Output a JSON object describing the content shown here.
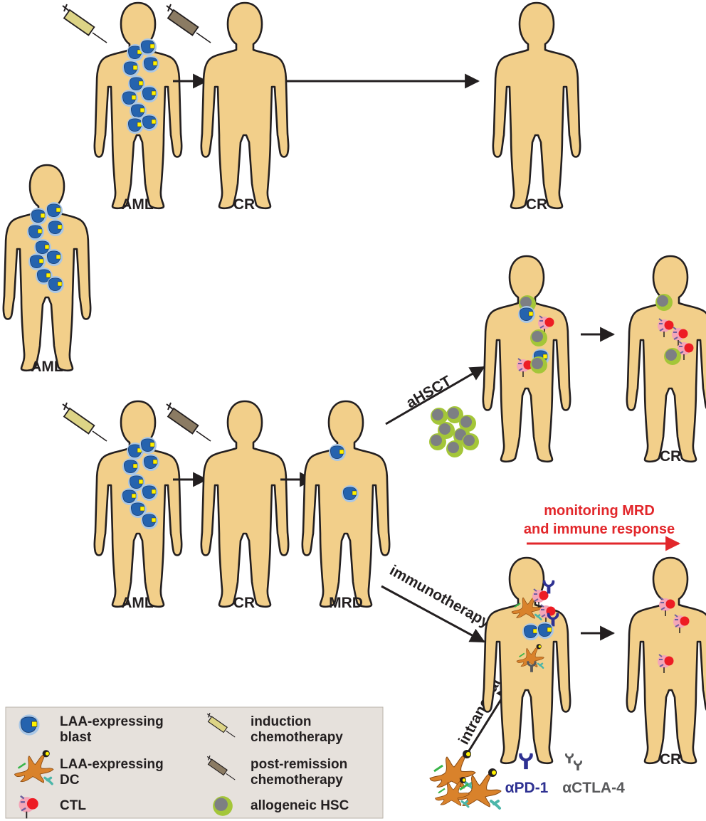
{
  "labels": {
    "aml_top": "AML",
    "cr_top_mid": "CR",
    "cr_top_right": "CR",
    "aml_left": "AML",
    "aml_bottom": "AML",
    "cr_bottom": "CR",
    "mrd": "MRD",
    "cr_hsct": "CR",
    "cr_immuno": "CR"
  },
  "arrows": {
    "ahsct": "aHSCT",
    "immunotherapy": "immunotherapy",
    "intranodal": "intranodal"
  },
  "monitoring": {
    "line1": "monitoring MRD",
    "line2": "and immune response"
  },
  "antibodies": {
    "pd1": "αPD-1",
    "ctla4": "αCTLA-4"
  },
  "legend": {
    "blast_1": "LAA-expressing",
    "blast_2": "blast",
    "dc_1": "LAA-expressing",
    "dc_2": "DC",
    "ctl": "CTL",
    "induction_1": "induction",
    "induction_2": "chemotherapy",
    "post_1": "post-remission",
    "post_2": "chemotherapy",
    "hsc": "allogeneic HSC"
  },
  "colors": {
    "body": "#f2cf8a",
    "outline": "#231f20",
    "blast": "#2563ae",
    "blast_halo": "#a9c7e6",
    "marker_yellow": "#fff200",
    "hsc_outer": "#a4c639",
    "hsc_inner": "#7d7f83",
    "ctl_pink": "#f4a6b8",
    "ctl_red": "#ed1c24",
    "dc_orange": "#d9822b",
    "dc_teal": "#4cb6a9",
    "pd1": "#2e3192",
    "ctla4": "#58595b",
    "monitor_red": "#e2272b",
    "legend_bg": "#e6e1dc",
    "syringe_induction": "#ddd486",
    "syringe_post": "#8b7b63"
  }
}
